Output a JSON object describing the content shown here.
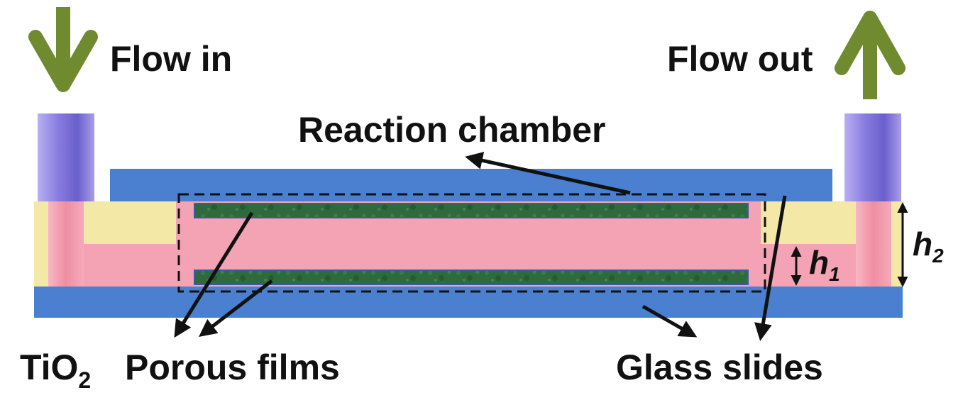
{
  "labels": {
    "flow_in": "Flow in",
    "flow_out": "Flow out",
    "reaction_chamber": "Reaction chamber",
    "tio2_prefix": "TiO",
    "tio2_subscript": "2",
    "porous_films": "Porous films",
    "glass_slides": "Glass slides",
    "h1_letter": "h",
    "h1_subscript": "1",
    "h2_letter": "h",
    "h2_subscript": "2"
  },
  "colors": {
    "glass": "#4a80cf",
    "chamber": "#f4a3b4",
    "spacer": "#f4e8a6",
    "film": "#2f6a3c",
    "film_border": "#3b5aa6",
    "tube": "#8a7de0",
    "tube_dark": "#6a5fcc",
    "flow_arrow": "#6f8a2f",
    "pointer": "#111111"
  }
}
